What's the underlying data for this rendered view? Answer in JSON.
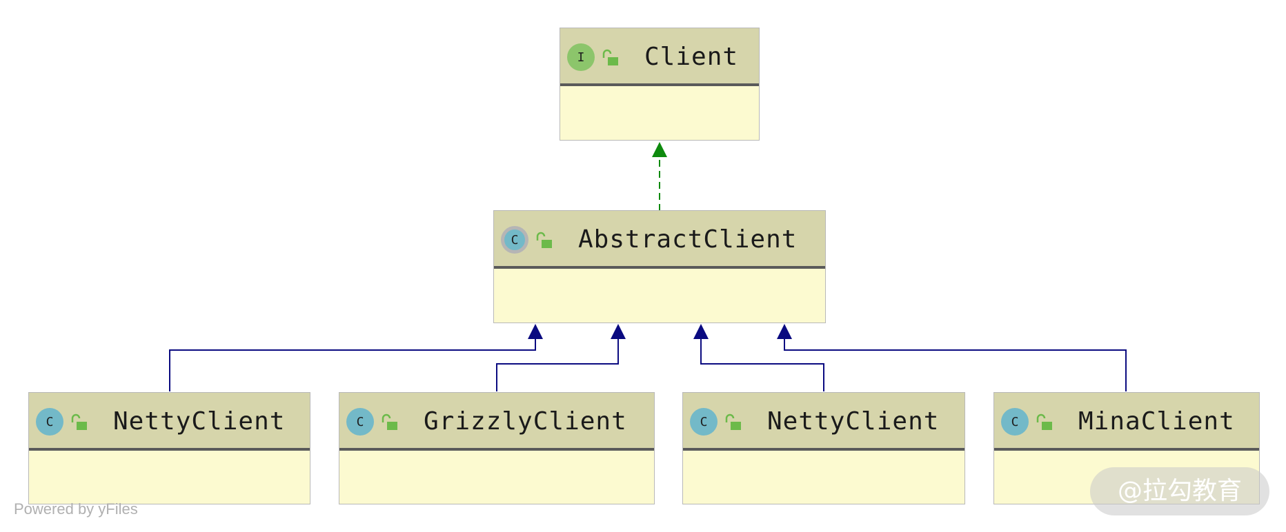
{
  "nodes": [
    {
      "id": "client",
      "kind": "interface",
      "badge": "I",
      "name": "Client"
    },
    {
      "id": "abstract",
      "kind": "abstract",
      "badge": "C",
      "name": "AbstractClient"
    },
    {
      "id": "netty1",
      "kind": "class",
      "badge": "C",
      "name": "NettyClient"
    },
    {
      "id": "grizzly",
      "kind": "class",
      "badge": "C",
      "name": "GrizzlyClient"
    },
    {
      "id": "netty2",
      "kind": "class",
      "badge": "C",
      "name": "NettyClient"
    },
    {
      "id": "mina",
      "kind": "class",
      "badge": "C",
      "name": "MinaClient"
    }
  ],
  "edges": [
    {
      "from": "abstract",
      "to": "client",
      "type": "implements"
    },
    {
      "from": "netty1",
      "to": "abstract",
      "type": "extends"
    },
    {
      "from": "grizzly",
      "to": "abstract",
      "type": "extends"
    },
    {
      "from": "netty2",
      "to": "abstract",
      "type": "extends"
    },
    {
      "from": "mina",
      "to": "abstract",
      "type": "extends"
    }
  ],
  "footer": "Powered by yFiles",
  "watermark": "@拉勾教育",
  "colors": {
    "header": "#d6d5ab",
    "body": "#fcfad0",
    "implements_edge": "#0e8a0e",
    "extends_edge": "#0a0a80",
    "interface_badge": "#8cc56b",
    "class_badge": "#73b9c8"
  }
}
